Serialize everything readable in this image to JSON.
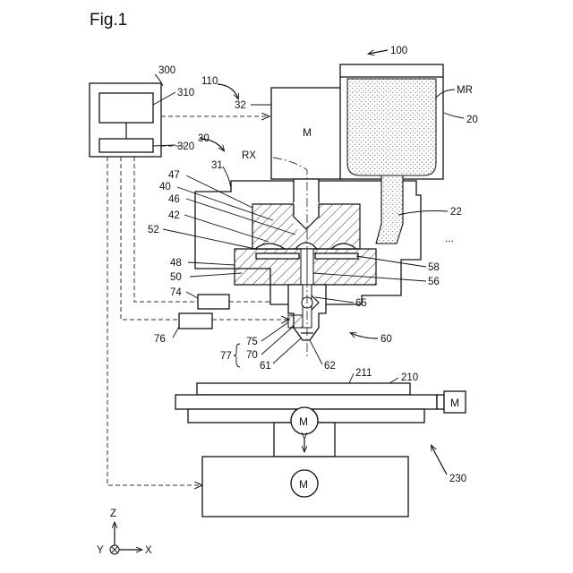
{
  "figure": {
    "title": "Fig.1",
    "motor_symbol": "M",
    "material_label": "MR",
    "axis_label": "RX",
    "ellipsis": "...",
    "axes": {
      "z": "Z",
      "y": "Y",
      "x": "X"
    }
  },
  "reference_numerals": {
    "r100": "100",
    "r110": "110",
    "r300": "300",
    "r310": "310",
    "r320": "320",
    "r32": "32",
    "r30": "30",
    "r31": "31",
    "r20": "20",
    "r22": "22",
    "r47": "47",
    "r40": "40",
    "r46": "46",
    "r42": "42",
    "r52": "52",
    "r48": "48",
    "r50": "50",
    "r58": "58",
    "r56": "56",
    "r74": "74",
    "r65": "65",
    "r76": "76",
    "r60": "60",
    "r77": "77",
    "r75": "75",
    "r70": "70",
    "r61": "61",
    "r62": "62",
    "r211": "211",
    "r210": "210",
    "r230": "230"
  },
  "colors": {
    "line": "#111111",
    "material_fill": "#dcdcdc",
    "paper": "#ffffff"
  }
}
